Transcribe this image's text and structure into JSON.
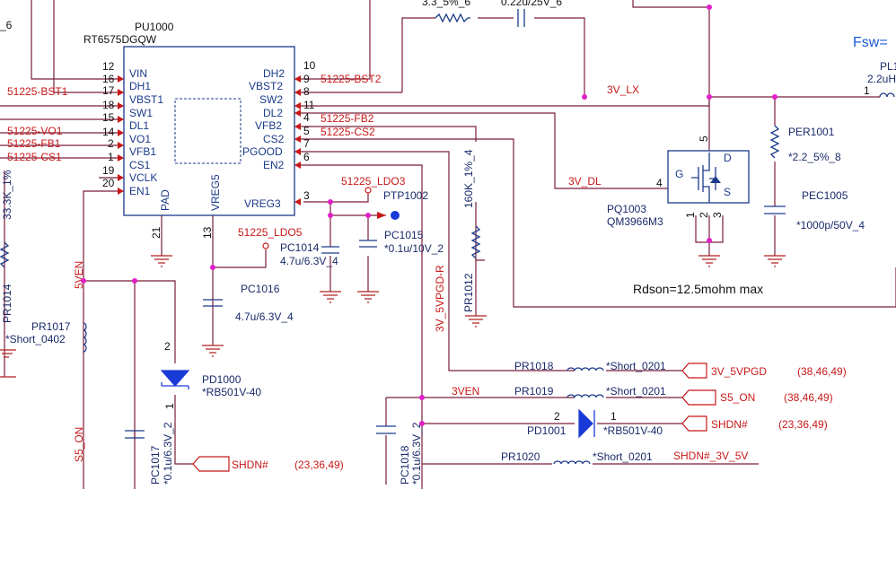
{
  "ic": {
    "ref": "PU1000",
    "part": "RT6575DGQW",
    "left_pins": [
      {
        "num": "12",
        "name": "VIN"
      },
      {
        "num": "16",
        "name": "DH1"
      },
      {
        "num": "17",
        "name": "VBST1"
      },
      {
        "num": "18",
        "name": "SW1"
      },
      {
        "num": "15",
        "name": "DL1"
      },
      {
        "num": "14",
        "name": "VO1"
      },
      {
        "num": "2",
        "name": "VFB1"
      },
      {
        "num": "1",
        "name": "CS1"
      },
      {
        "num": "19",
        "name": "VCLK"
      },
      {
        "num": "20",
        "name": "EN1"
      }
    ],
    "right_pins": [
      {
        "num": "10",
        "name": "DH2"
      },
      {
        "num": "9",
        "name": "VBST2"
      },
      {
        "num": "8",
        "name": "SW2"
      },
      {
        "num": "11",
        "name": "DL2"
      },
      {
        "num": "4",
        "name": "VFB2"
      },
      {
        "num": "5",
        "name": "CS2"
      },
      {
        "num": "7",
        "name": "PGOOD"
      },
      {
        "num": "6",
        "name": "EN2"
      },
      {
        "num": "3",
        "name": "VREG3"
      }
    ],
    "bottom_pins": [
      {
        "num": "21",
        "name": "PAD"
      },
      {
        "num": "13",
        "name": "VREG5"
      }
    ]
  },
  "left_nets": {
    "bst1": "51225-BST1",
    "vo1": "51225-VO1",
    "fb1": "51225-FB1",
    "cs1": "51225-CS1"
  },
  "right_nets": {
    "bst2": "51225-BST2",
    "fb2": "51225-FB2",
    "cs2": "51225-CS2",
    "ldo3": "51225_LDO3",
    "ldo5": "51225_LDO5",
    "lx": "3V_LX",
    "dl": "3V_DL",
    "vpgd_r": "3V_5VPGD-R",
    "en3v": "3VEN",
    "en5v": "5VEN",
    "s5on_left": "S5_ON"
  },
  "top": {
    "r_label": "3.3_5%_6",
    "c_label": "0.22u/25V_6",
    "fsw": "Fsw="
  },
  "components": {
    "ptp1002": "PTP1002",
    "pc1014": {
      "ref": "PC1014",
      "value": "4.7u/6.3V_4"
    },
    "pc1015": {
      "ref": "PC1015",
      "value": "*0.1u/10V_2"
    },
    "pc1016": {
      "ref": "PC1016",
      "value": "4.7u/6.3V_4"
    },
    "pr1012": {
      "ref": "PR1012",
      "value": "160K_1%_4"
    },
    "pr1017": {
      "ref": "PR1017",
      "value": "*Short_0402"
    },
    "pd1000": {
      "ref": "PD1000",
      "value": "*RB501V-40",
      "pin_a": "2",
      "pin_k": "1"
    },
    "pc1017": {
      "ref": "PC1017",
      "value": "*0.1u/6.3V_2"
    },
    "pc1018": {
      "ref": "PC1018",
      "value": "*0.1u/6.3V_2"
    },
    "pd1001": {
      "ref": "PD1001",
      "value": "*RB501V-40",
      "pin_a": "2",
      "pin_k": "1"
    },
    "pq1003": {
      "ref": "PQ1003",
      "part": "QM3966M3",
      "g": "G",
      "d": "D",
      "s": "S",
      "pin_d": "5",
      "pin_g": "4",
      "pin_s1": "1",
      "pin_s2": "2",
      "pin_s3": "3"
    },
    "per1001": {
      "ref": "PER1001",
      "value": "*2.2_5%_8"
    },
    "pec1005": {
      "ref": "PEC1005",
      "value": "*1000p/50V_4"
    },
    "pl": {
      "ref": "PL1",
      "value": "2.2uH",
      "pin": "1"
    },
    "pr1018": {
      "ref": "PR1018",
      "value": "*Short_0201"
    },
    "pr1019": {
      "ref": "PR1019",
      "value": "*Short_0201"
    },
    "pr1020": {
      "ref": "PR1020",
      "value": "*Short_0201"
    },
    "pr1014": "PR1014",
    "pr_left_val": "33.3K_1%"
  },
  "connectors": {
    "vpgd": {
      "label": "3V_5VPGD",
      "refs": "(38,46,49)"
    },
    "s5on": {
      "label": "S5_ON",
      "refs": "(38,46,49)"
    },
    "shdn_right": {
      "label": "SHDN#",
      "refs": "(23,36,49)"
    },
    "shdn_left": {
      "label": "SHDN#",
      "refs": "(23,36,49)"
    },
    "shdn_3v5v": "SHDN#_3V_5V"
  },
  "notes": {
    "rdson": "Rdson=12.5mohm max",
    "left_top": "_6"
  },
  "colors": {
    "wire": "#7a1f3a",
    "component": "#1a3a8a",
    "net_label": "#c81818",
    "junction": "#e020c8"
  }
}
